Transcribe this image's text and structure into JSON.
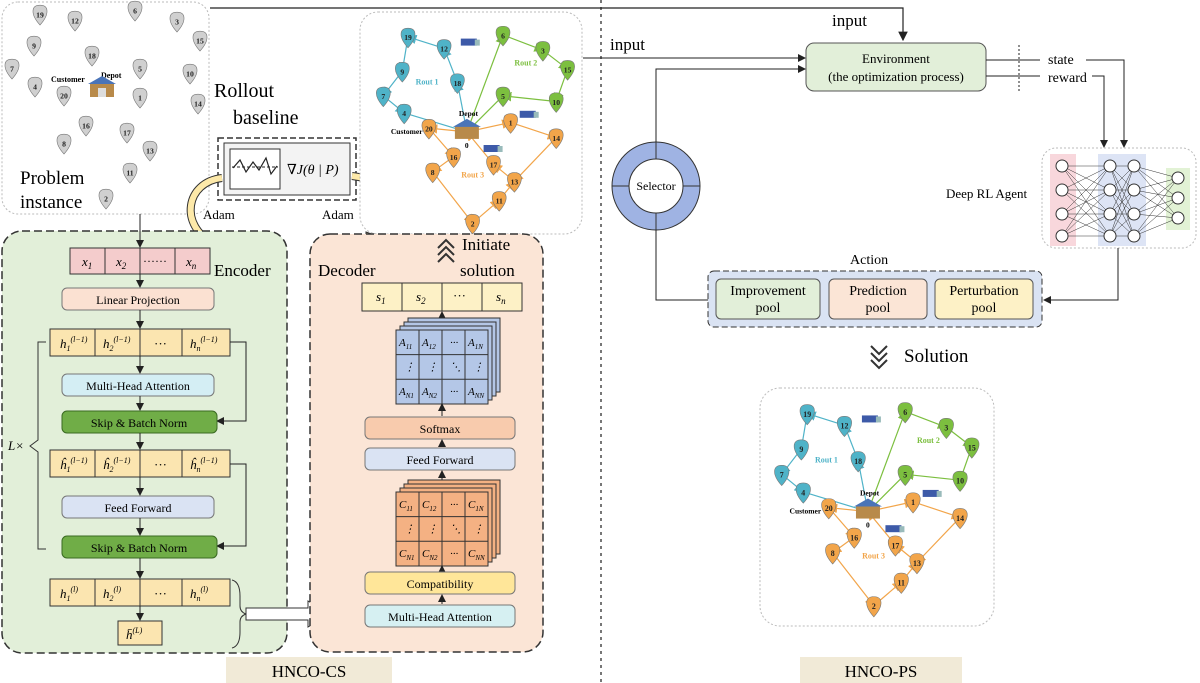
{
  "left": {
    "problem_instance": [
      "Problem",
      "instance"
    ],
    "customer_label": "Customer",
    "depot_label": "Depot",
    "depot_number": "0",
    "scatter_nodes": [
      "19",
      "12",
      "6",
      "3",
      "9",
      "18",
      "15",
      "7",
      "5",
      "10",
      "4",
      "20",
      "1",
      "14",
      "16",
      "17",
      "8",
      "13",
      "11",
      "2"
    ],
    "rollout_baseline": [
      "Rollout",
      "baseline"
    ],
    "gradient_formula": "∇J(θ | P)",
    "adam_left": "Adam",
    "adam_right": "Adam",
    "route_labels": [
      "Rout 1",
      "Rout 2",
      "Rout 3"
    ],
    "initiate_solution": [
      "Initiate",
      "solution"
    ],
    "encoder_title": "Encoder",
    "decoder_title": "Decoder",
    "encoder_inputs": [
      "x",
      "x",
      "······",
      "x"
    ],
    "encoder_input_subs": [
      "1",
      "2",
      "",
      "n"
    ],
    "linear_projection": "Linear Projection",
    "h_prev": [
      "h",
      "h",
      "···",
      "h"
    ],
    "h_prev_subs": [
      "1",
      "2",
      "",
      "n"
    ],
    "h_prev_sup": "(l−1)",
    "mha": "Multi-Head Attention",
    "skip_bn_1": "Skip & Batch Norm",
    "hhat": [
      "ĥ",
      "ĥ",
      "···",
      "ĥ"
    ],
    "feed_forward": "Feed Forward",
    "skip_bn_2": "Skip & Batch Norm",
    "h_l": [
      "h",
      "h",
      "···",
      "h"
    ],
    "h_l_sup": "(l)",
    "hbar": "h̄",
    "hbar_sup": "(L)",
    "l_times": "L×",
    "decoder_outputs": [
      "s",
      "s",
      "···",
      "s"
    ],
    "decoder_output_subs": [
      "1",
      "2",
      "",
      "n"
    ],
    "a_matrix": [
      [
        "A11",
        "A12",
        "···",
        "A1N"
      ],
      [
        "⋮",
        "⋮",
        "⋱",
        "⋮"
      ],
      [
        "AN1",
        "AN2",
        "···",
        "ANN"
      ]
    ],
    "softmax": "Softmax",
    "dec_feed_forward": "Feed Forward",
    "c_matrix": [
      [
        "C11",
        "C12",
        "···",
        "C1N"
      ],
      [
        "⋮",
        "⋮",
        "⋱",
        "⋮"
      ],
      [
        "CN1",
        "CN2",
        "···",
        "CNN"
      ]
    ],
    "compatibility": "Compatibility",
    "dec_mha": "Multi-Head Attention",
    "footer": "HNCO-CS"
  },
  "right": {
    "input_top": "input",
    "input_side": "input",
    "environment": [
      "Environment",
      "(the optimization process)"
    ],
    "state": "state",
    "reward": "reward",
    "agent": "Deep RL Agent",
    "selector": "Selector",
    "action": "Action",
    "pools": [
      "Improvement pool",
      "Prediction pool",
      "Perturbation pool"
    ],
    "solution": "Solution",
    "route_labels": [
      "Rout 1",
      "Rout 2",
      "Rout 3"
    ],
    "customer_label": "Customer",
    "depot_label": "Depot",
    "depot_number": "0",
    "footer": "HNCO-PS"
  },
  "colors": {
    "green_panel": "#e2efd9",
    "orange_panel": "#fbe5d6",
    "green_block": "#70ad47",
    "pink_cell": "#f4cccc",
    "blue_block": "#dae3f3",
    "teal_block": "#d4eef4",
    "yellow_block": "#ffe699",
    "mint_block": "#d6f0f2",
    "peach_block": "#f8cbad",
    "footer_bg": "#f1ead7",
    "route1": "#4fb3c8",
    "route2": "#7cbf3f",
    "route3": "#f2a54a"
  }
}
